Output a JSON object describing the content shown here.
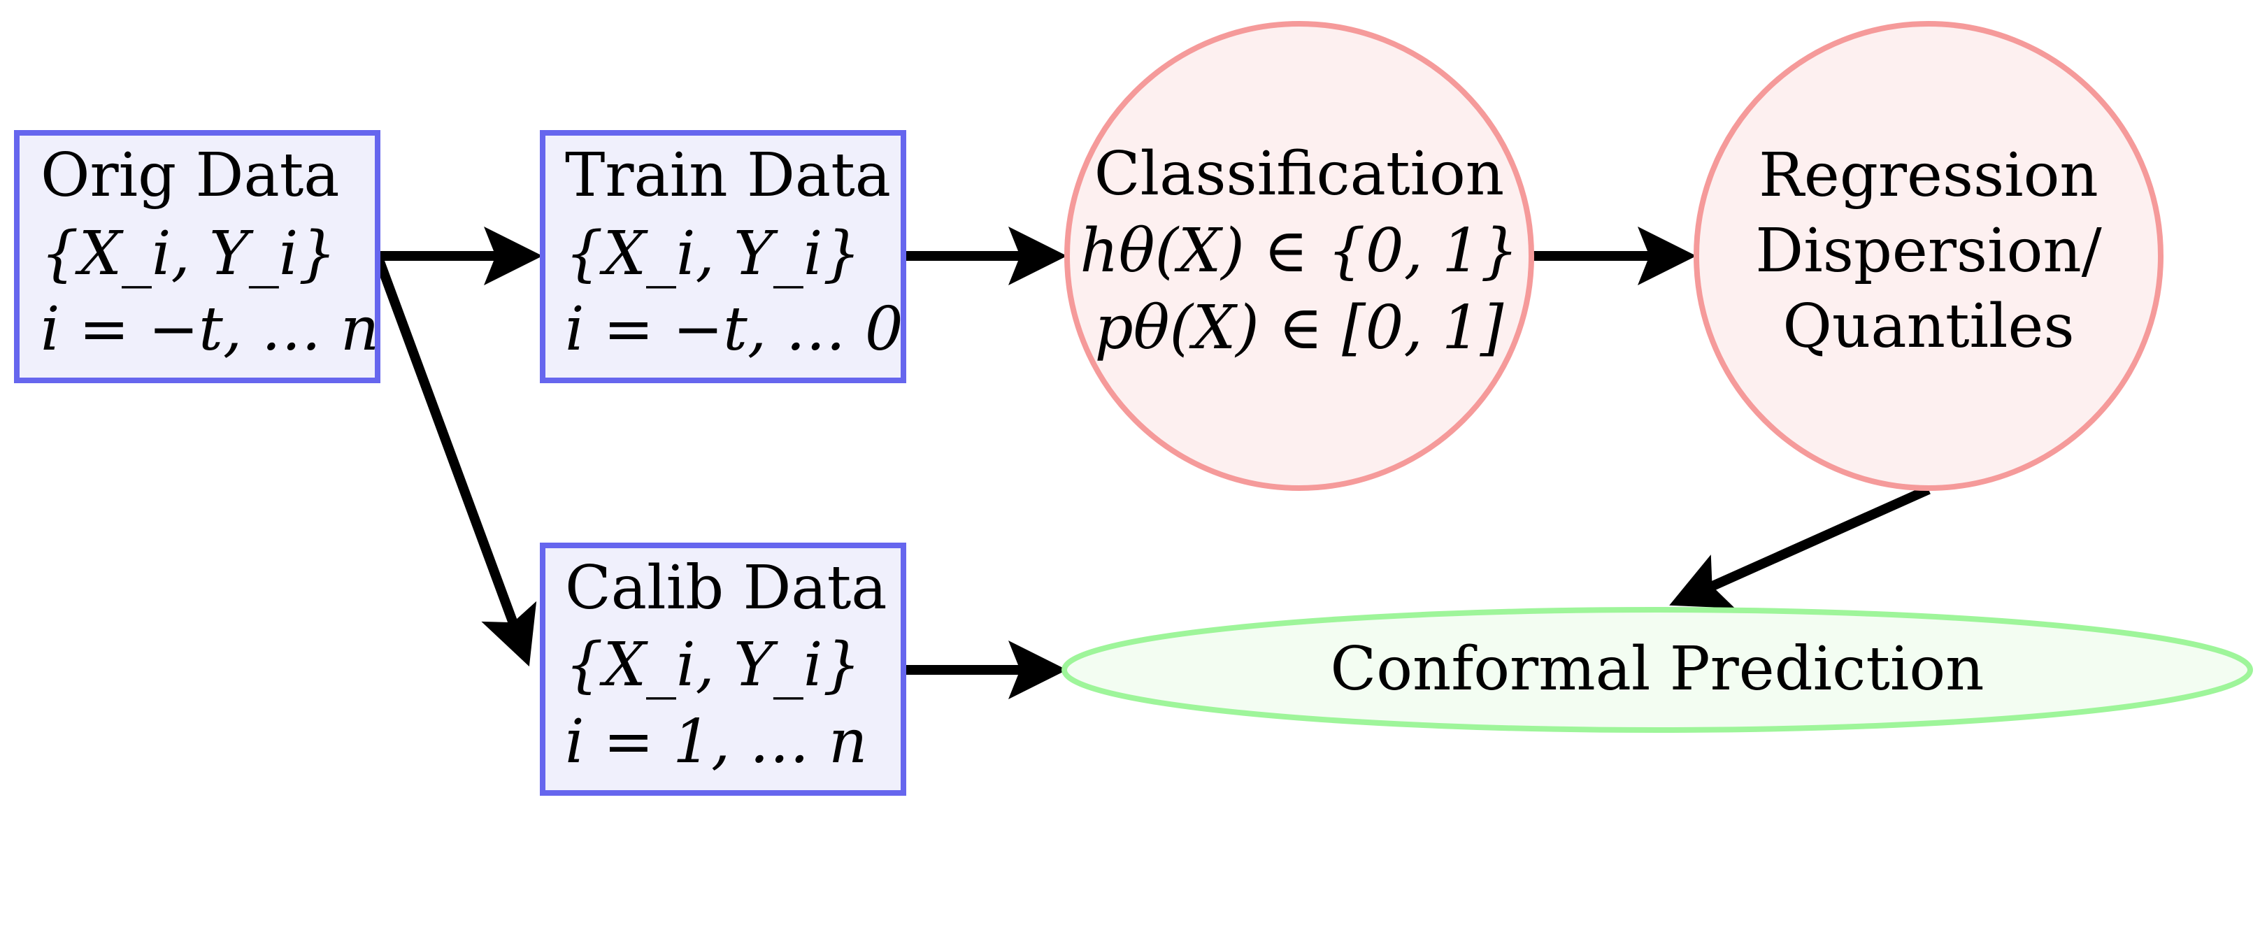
{
  "colors": {
    "box_stroke": "#6666ee",
    "box_fill": "#f0f0fc",
    "circle_stroke": "#f59a9a",
    "circle_fill": "#fdf0f0",
    "ellipse_stroke": "#9ef59a",
    "ellipse_fill": "#f3fdf2",
    "arrow": "#000000"
  },
  "nodes": {
    "orig": {
      "title": "Orig Data",
      "set": "{X_i, Y_i}",
      "range": "i = −t, … n"
    },
    "train": {
      "title": "Train Data",
      "set": "{X_i, Y_i}",
      "range": "i = −t, … 0"
    },
    "calib": {
      "title": "Calib Data",
      "set": "{X_i, Y_i}",
      "range": "i = 1, … n"
    },
    "classification": {
      "title": "Classification",
      "line1": "hθ(X) ∈ {0, 1}",
      "line2": "pθ(X) ∈ [0, 1]"
    },
    "regression": {
      "line1": "Regression",
      "line2": "Dispersion/",
      "line3": "Quantiles"
    },
    "conformal": {
      "label": "Conformal Prediction"
    }
  }
}
